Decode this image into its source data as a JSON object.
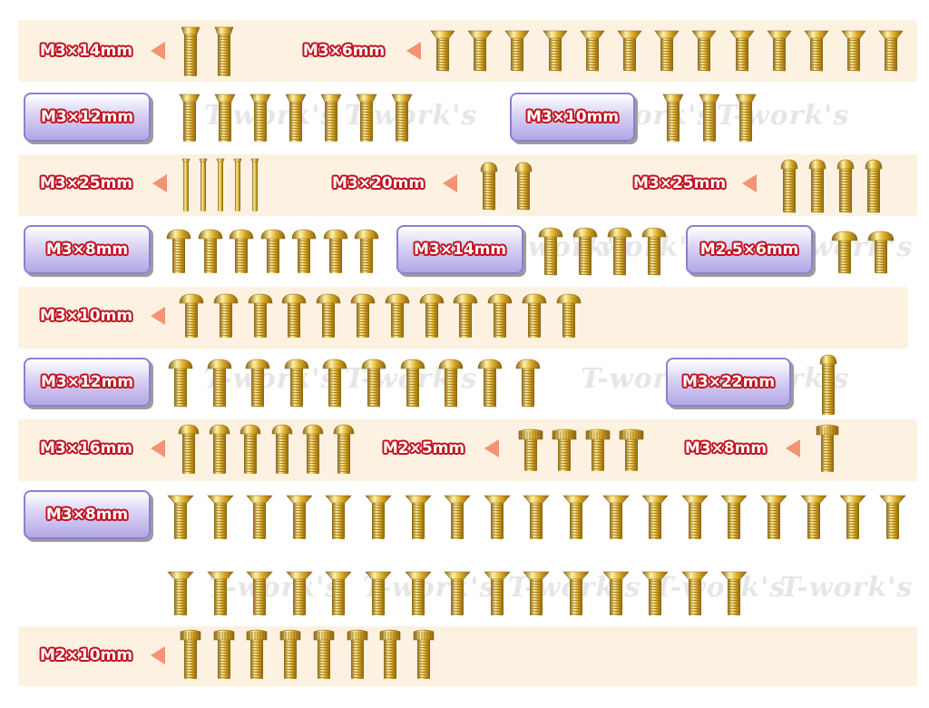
{
  "watermark": "T-work's",
  "colors": {
    "band": "#fdf1e1",
    "label_outline": "#c1121f",
    "label_box_border": "#8d7fd0",
    "arrow": "#f29373",
    "gold_light": "#fff2a6",
    "gold_mid": "#d8a826",
    "gold_dark": "#8c6410"
  },
  "rows": [
    {
      "labels": [
        "M3×14mm",
        "M3×6mm"
      ]
    },
    {
      "labels": [
        "M3×12mm",
        "M3×10mm"
      ]
    },
    {
      "labels": [
        "M3×25mm",
        "M3×20mm",
        "M3×25mm"
      ]
    },
    {
      "labels": [
        "M3×8mm",
        "M3×14mm",
        "M2.5×6mm"
      ]
    },
    {
      "labels": [
        "M3×10mm"
      ]
    },
    {
      "labels": [
        "M3×12mm",
        "M3×22mm"
      ]
    },
    {
      "labels": [
        "M3×16mm",
        "M2×5mm",
        "M3×8mm"
      ]
    },
    {
      "labels": [
        "M3×8mm"
      ]
    },
    {
      "labels": [
        "M2×10mm"
      ]
    }
  ],
  "screw_counts": {
    "M3x14_flat": 2,
    "M3x6_flat": 13,
    "M3x12_flat": 7,
    "M3x10_flat": 3,
    "M3x25_pin": 5,
    "M3x20_button": 2,
    "M3x25_button": 4,
    "M3x8_button": 7,
    "M3x14_button": 4,
    "M2_5x6_button": 2,
    "M3x10_button": 12,
    "M3x12_button": 10,
    "M3x22_button": 1,
    "M3x16_button": 6,
    "M2x5_cheese": 4,
    "M3x8_cheese": 1,
    "M3x8_flat": 34,
    "M2x10_cheese": 8
  }
}
